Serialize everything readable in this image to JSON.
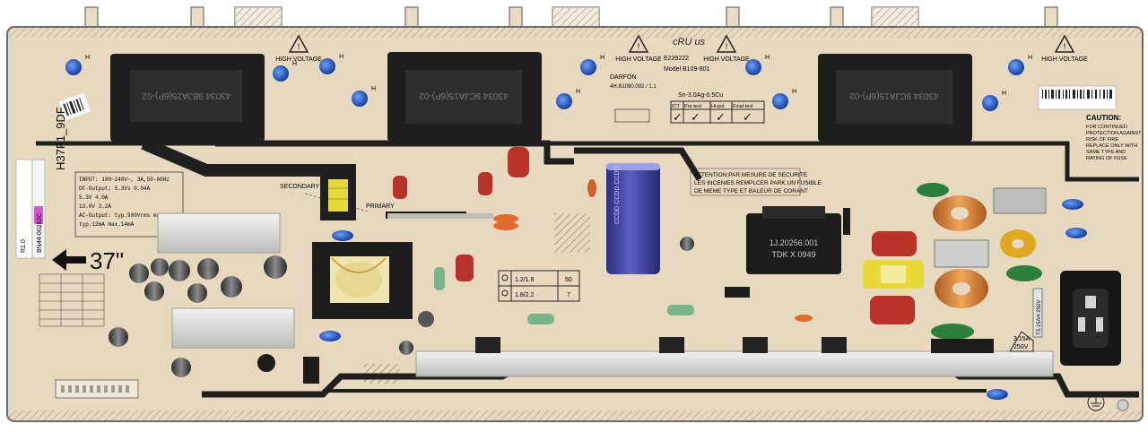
{
  "board": {
    "model_code": "H37F1_9DF",
    "part_number": "BN44-00262C",
    "rev": "R1.0",
    "size_label": "37\"",
    "secondary_label": "SECONDARY",
    "primary_label": "PRIMARY",
    "input_spec": [
      "INPUT: 100~240V~, 3A,50-60Hz",
      "DC-Output: 5.3Vs   0.04A",
      "           5.3V    4.0A",
      "           13.0V   3.2A",
      "AC-Output: typ.900Vrms  max.1200Vrms",
      "           typ.12mA     max.14mA"
    ],
    "attention_text": [
      "ATTENTION:PAR MESURE DE SECURITE",
      "LES INCENIES REMPLCER PARK UN FUSIBLE",
      "DE MEME TYPE ET BALEUR DE CORANT"
    ],
    "caution_title": "CAUTION:",
    "caution_text": [
      "FOR CONTINUED",
      "PROTECTION AGAINST",
      "RISK OF FIRE",
      "REPLACE ONLY WITH",
      "SAME TYPE AND",
      "RATING OF FUSE"
    ],
    "high_voltage_label": "HIGH VOLTAGE",
    "maker": "DARFON",
    "cert_number": "E239222",
    "board_number": "4H.B1090.092 / 1.1",
    "model": "Model B109-801",
    "solder": "Sn-3.0Ag-0.5Cu",
    "test_headers": [
      "ICT",
      "Pre-test",
      "Hi-pot",
      "Final-test"
    ],
    "transformer_labels": [
      "43034 9BJA25(6P)-02",
      "43034 9CJA15(6P)-02",
      "43034 9CJA15(6P)-02"
    ],
    "choke_label": [
      "1J.20256.001",
      "TDK  X   0949"
    ],
    "fuse_label": [
      "T3.15AH 250V",
      "3.15A",
      "250V"
    ],
    "polyswitch_values": [
      "1.2/1.8",
      "50",
      "1.8/2.2",
      "7"
    ],
    "h_marker": "H",
    "colors": {
      "board": "#e8dcc3",
      "copper_mask": "#1f1f1f",
      "transformer": "#2a2a2a",
      "cap_blue": "#1f4fb0",
      "electrolytic": "#3b3fa0"
    }
  }
}
